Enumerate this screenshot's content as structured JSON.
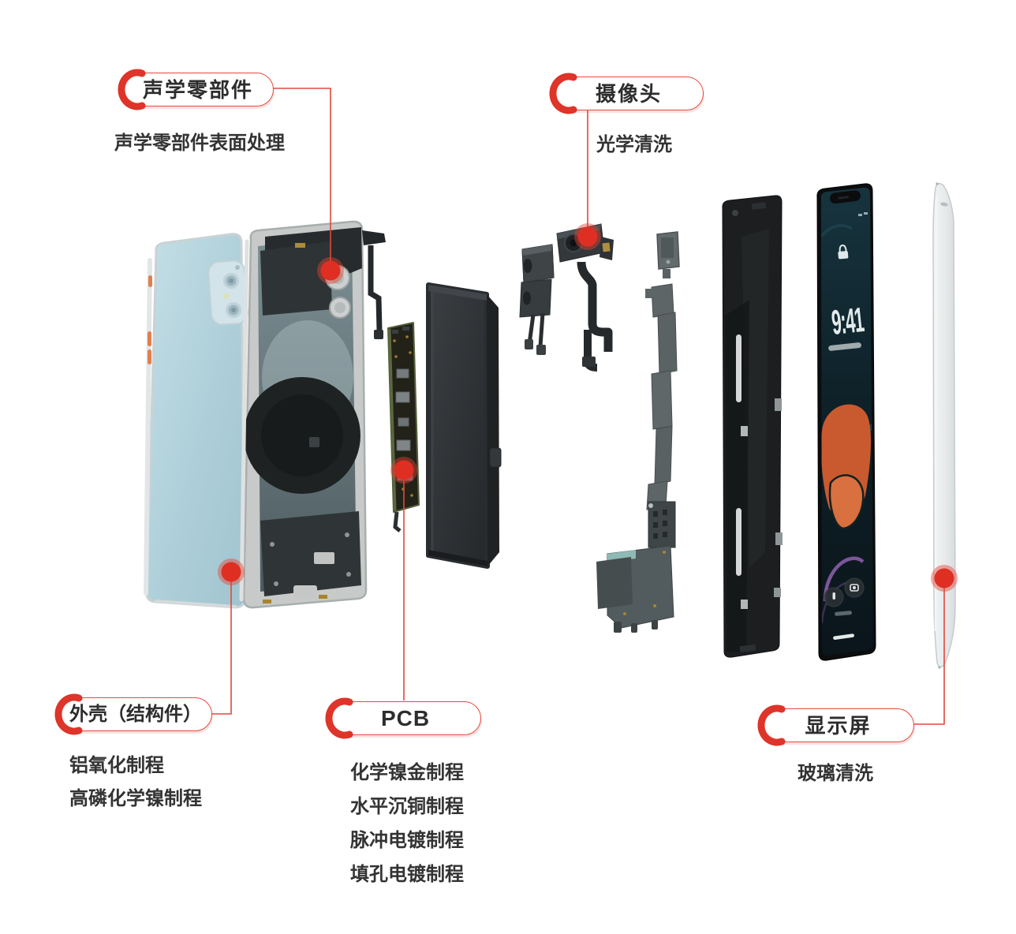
{
  "colors": {
    "accent_red": "#e23a2e",
    "marker_core": "#df2f23",
    "text_dark": "#2d2d2d",
    "back_cover_blue": "#b5d3dc",
    "battery_black": "#2c2f32",
    "screen_teal": "#13303a",
    "screen_orange": "#c95a30",
    "screen_purple": "#8a5ca6"
  },
  "callouts": {
    "acoustic": {
      "title": "声学零部件",
      "notes": [
        "声学零部件表面处理"
      ]
    },
    "camera": {
      "title": "摄像头",
      "notes": [
        "光学清洗"
      ]
    },
    "housing": {
      "title": "外壳（结构件）",
      "notes": [
        "铝氧化制程",
        "高磷化学镍制程"
      ]
    },
    "pcb": {
      "title": "PCB",
      "notes": [
        "化学镍金制程",
        "水平沉铜制程",
        "脉冲电镀制程",
        "填孔电镀制程"
      ]
    },
    "display": {
      "title": "显示屏",
      "notes": [
        "玻璃清洗"
      ]
    }
  },
  "screen": {
    "time": "9:41"
  }
}
